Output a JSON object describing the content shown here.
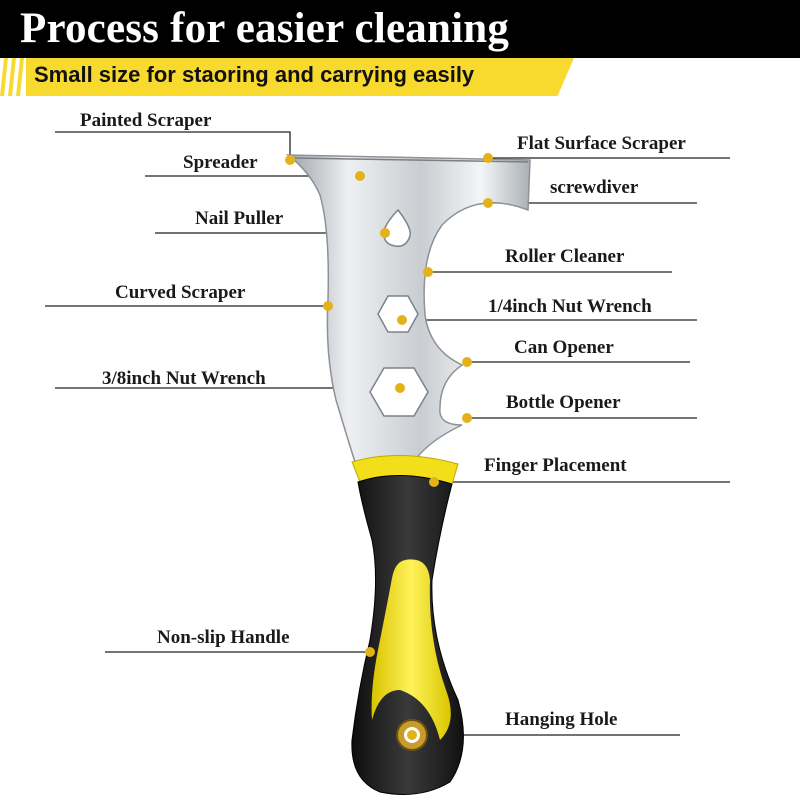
{
  "title": "Process for easier cleaning",
  "subtitle": "Small size for staoring and carrying easily",
  "labels": {
    "painted_scraper": "Painted Scraper",
    "spreader": "Spreader",
    "nail_puller": "Nail Puller",
    "curved_scraper": "Curved Scraper",
    "nut_wrench_3_8": "3/8inch Nut Wrench",
    "non_slip_handle": "Non-slip Handle",
    "flat_surface_scraper": "Flat Surface Scraper",
    "screwdiver": "screwdiver",
    "roller_cleaner": "Roller Cleaner",
    "nut_wrench_1_4": "1/4inch Nut Wrench",
    "can_opener": "Can Opener",
    "bottle_opener": "Bottle Opener",
    "finger_placement": "Finger Placement",
    "hanging_hole": "Hanging Hole"
  },
  "colors": {
    "accent_yellow": "#f8d92e",
    "dot": "#e3b219",
    "handle_black": "#1c1c1c",
    "blade_silver": "#d8dbde"
  }
}
